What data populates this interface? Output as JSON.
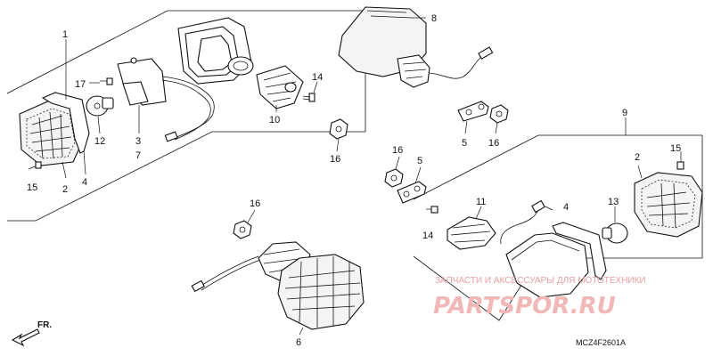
{
  "labels": {
    "l1": "1",
    "l17": "17",
    "l12": "12",
    "l3": "3",
    "l7": "7",
    "l2a": "2",
    "l4a": "4",
    "l15a": "15",
    "l10": "10",
    "l14a": "14",
    "l16a": "16",
    "l8": "8",
    "l5a": "5",
    "l16b": "16",
    "l9": "9",
    "l16c": "16",
    "l5b": "5",
    "l11": "11",
    "l4b": "4",
    "l14b": "14",
    "l2b": "2",
    "l15b": "15",
    "l13": "13",
    "l16d": "16",
    "l6": "6"
  },
  "fr_arrow": "FR.",
  "diagram_code": "MCZ4F2601A",
  "watermark": {
    "line1": "ЗАПЧАСТИ И АКСЕССУАРЫ ДЛЯ МОТОТЕХНИКИ",
    "line2": "PARTSPOR.RU"
  }
}
